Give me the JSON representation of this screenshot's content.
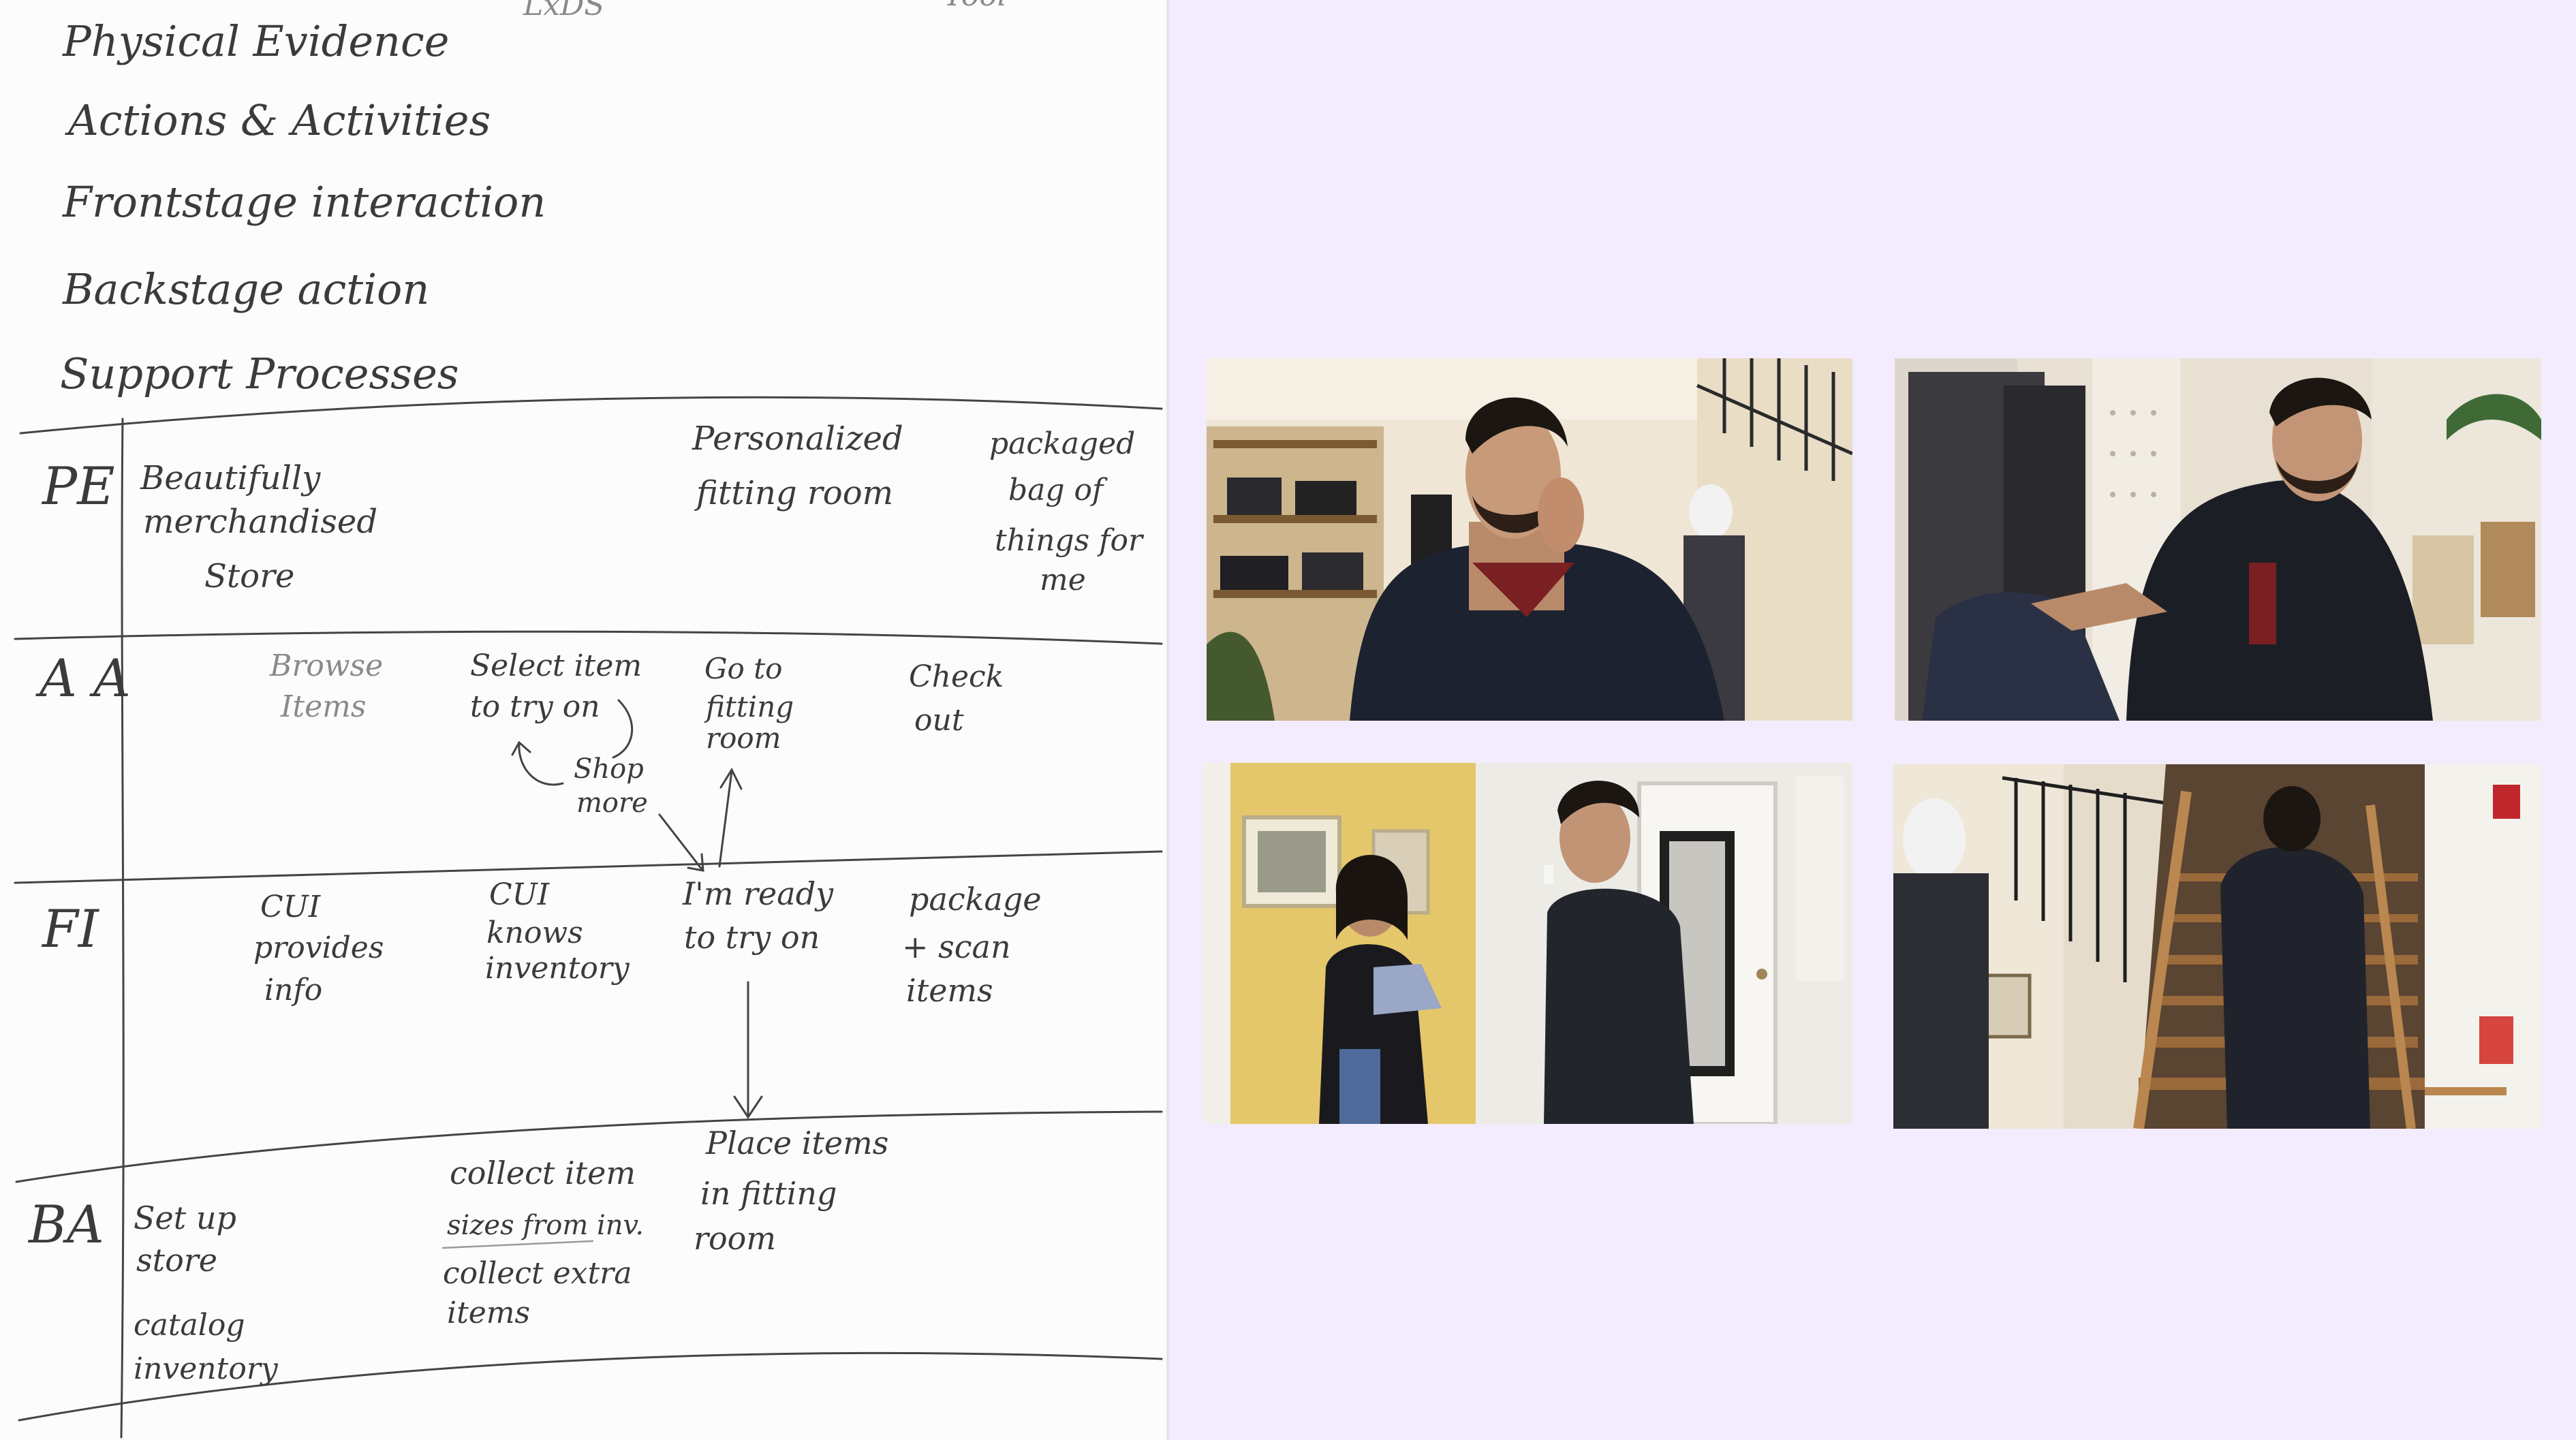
{
  "sketch": {
    "top_fragments": [
      "LxDS",
      "Tool"
    ],
    "layer_legend": [
      "Physical Evidence",
      "Actions & Activities",
      "Frontstage interaction",
      "Backstage action",
      "Support Processes"
    ],
    "rows": {
      "pe": {
        "label": "PE",
        "items": [
          "Beautifully",
          "merchandised",
          "Store",
          "Personalized",
          "fitting room",
          "packaged",
          "bag of",
          "things for",
          "me"
        ]
      },
      "aa": {
        "label": "A A",
        "items": [
          "Browse",
          "Items",
          "Select item",
          "to try on",
          "Shop",
          "more",
          "Go to",
          "fitting",
          "room",
          "Check",
          "out"
        ]
      },
      "fi": {
        "label": "FI",
        "items": [
          "CUI",
          "provides",
          "info",
          "CUI",
          "knows",
          "inventory",
          "I'm ready",
          "to try on",
          "package",
          "+ scan",
          "items"
        ]
      },
      "ba": {
        "label": "BA",
        "items": [
          "Set up",
          "store",
          "catalog",
          "inventory",
          "collect item",
          "sizes from inv.",
          "collect extra",
          "items",
          "Place items",
          "in fitting",
          "room"
        ]
      }
    }
  },
  "photos": {
    "colors": {
      "store_wall": "#e8dcc3",
      "coat": "#1d2230",
      "yellow_wall": "#e4c76a",
      "door": "#eeeeee",
      "stair_wood": "#9b6a3a"
    }
  }
}
